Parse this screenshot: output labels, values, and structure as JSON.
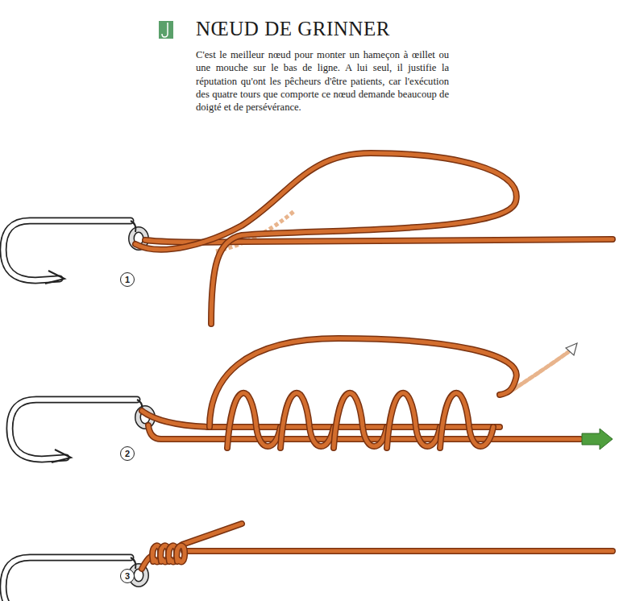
{
  "diagram": {
    "title": "NŒUD DE GRINNER",
    "labels": [
      "C'est le meilleur nœud pour monter un hameçon à œillet ou une mouche sur le bas de ligne. A lui seul, il justifie la réputation qu'ont les pêcheurs d'être patients, car l'exécution des quatre tours que comporte ce nœud demande beaucoup de doigté et de persévérance.",
      "1",
      "2",
      "3"
    ]
  }
}
